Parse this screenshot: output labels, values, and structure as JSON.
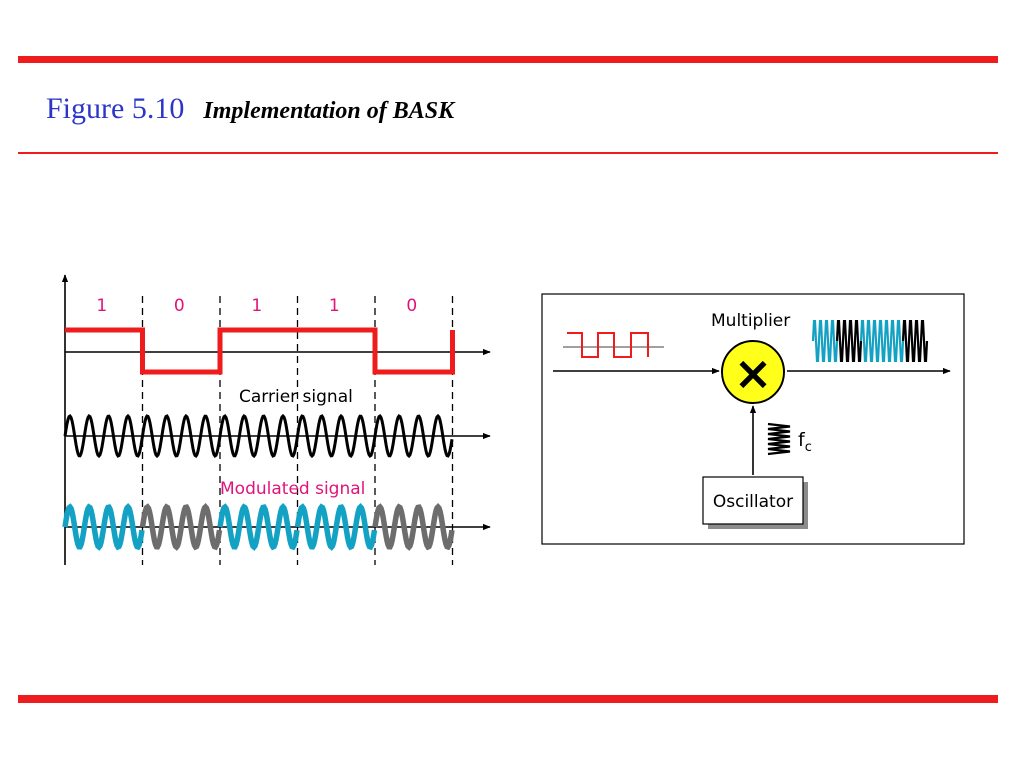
{
  "colors": {
    "accent_red": "#ee1c1c",
    "title_blue": "#2b36c9",
    "label_magenta": "#e0137c",
    "blue_wave": "#14a2c4",
    "gray_wave": "#6d6d6d",
    "multiplier_fill": "#ffff1a"
  },
  "header": {
    "figure_number": "Figure 5.10",
    "caption": "Implementation of BASK"
  },
  "timing_diagram": {
    "bits": [
      "1",
      "0",
      "1",
      "1",
      "0"
    ],
    "carrier_label": "Carrier signal",
    "modulated_label": "Modulated signal"
  },
  "block_diagram": {
    "multiplier_label": "Multiplier",
    "multiplier_symbol": "×",
    "oscillator_label": "Oscillator",
    "frequency_label": "f",
    "frequency_subscript": "c"
  },
  "icons": [
    "multiply-icon",
    "spring-oscillator-icon",
    "arrow-icon"
  ]
}
